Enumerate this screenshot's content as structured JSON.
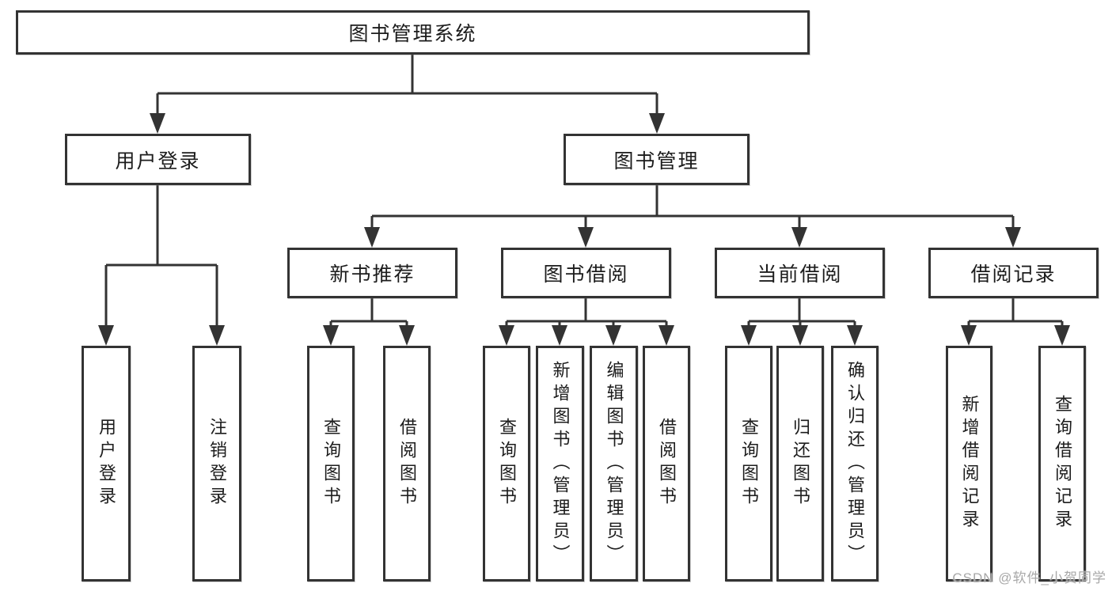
{
  "root": {
    "label": "图书管理系统"
  },
  "nodes": {
    "user_login": {
      "label": "用户登录",
      "children": [
        "用户登录",
        "注销登录"
      ]
    },
    "book_management": {
      "label": "图书管理"
    },
    "new_book": {
      "label": "新书推荐",
      "children": [
        "查询图书",
        "借阅图书"
      ]
    },
    "book_borrow": {
      "label": "图书借阅",
      "children": [
        "查询图书",
        "新增图书（管理员）",
        "编辑图书（管理员）",
        "借阅图书"
      ]
    },
    "current_borrow": {
      "label": "当前借阅",
      "children": [
        "查询图书",
        "归还图书",
        "确认归还（管理员）"
      ]
    },
    "borrow_record": {
      "label": "借阅记录",
      "children": [
        "新增借阅记录",
        "查询借阅记录"
      ]
    }
  },
  "watermark": {
    "text": "CSDN @软件_小贺同学"
  },
  "colors": {
    "line": "#333333",
    "text": "#1c1c1c",
    "watermark": "#a8a8a8",
    "background": "#ffffff"
  }
}
